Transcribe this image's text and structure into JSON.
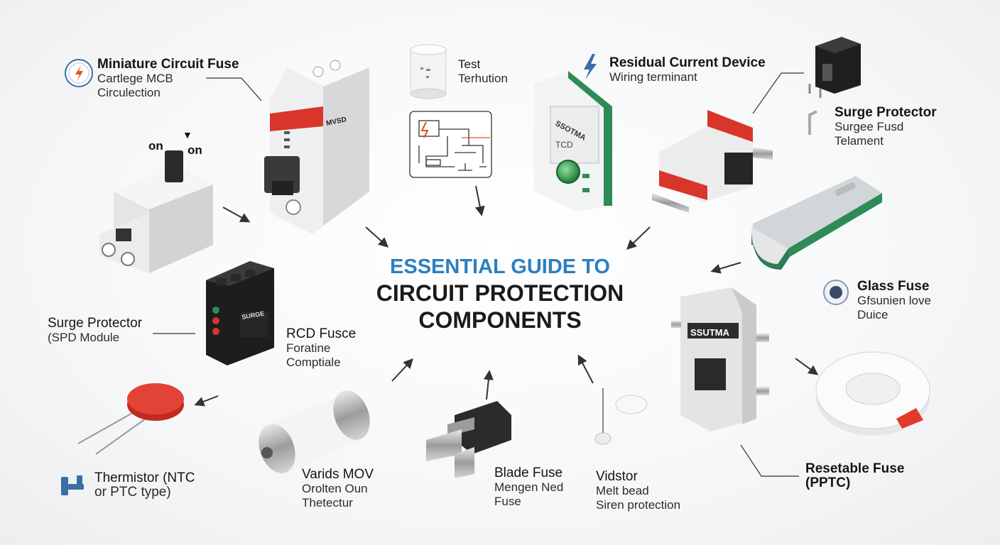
{
  "title": {
    "line1": "ESSENTIAL GUIDE TO",
    "line2": "CIRCUIT PROTECTION",
    "line3": "COMPONENTS"
  },
  "labels": {
    "mcf": {
      "title": "Miniature Circuit Fuse",
      "line1": "Cartlege MCB",
      "line2": "Circulection"
    },
    "test": {
      "title": "Test",
      "line1": "Terhution"
    },
    "rcd": {
      "title": "Residual Current Device",
      "line1": "Wiring terminant"
    },
    "surge_r": {
      "title": "Surge Protector",
      "line1": "Surgee Fusd",
      "line2": "Telament"
    },
    "surge_l": {
      "title": "Surge Protector",
      "line1": "(SPD Module"
    },
    "rcd_fusce": {
      "title": "RCD Fusce",
      "line1": "Foratine",
      "line2": "Comptiale"
    },
    "glass": {
      "title": "Glass Fuse",
      "line1": "Gfsunien love",
      "line2": "Duice"
    },
    "thermistor": {
      "title": "Thermistor (NTC",
      "line1": "or PTC type)"
    },
    "varids": {
      "title": "Varids MOV",
      "line1": "Orolten Oun",
      "line2": "Thetectur"
    },
    "blade": {
      "title": "Blade Fuse",
      "line1": "Mengen Ned",
      "line2": "Fuse"
    },
    "vidstor": {
      "title": "Vidstor",
      "line1": "Melt bead",
      "line2": "Siren protection"
    },
    "resetable": {
      "title": "Resetable Fuse",
      "line1": "(PPTC)"
    }
  },
  "switch_labels": {
    "left": "on",
    "right": "on"
  },
  "device_text": {
    "breaker_tag": "MVSD",
    "rcd_brand": "SSOTMA",
    "rcd_code": "TCD",
    "spd_brand": "SURGE",
    "terminal_brand": "SSUTMA"
  },
  "colors": {
    "accent_blue": "#2c7fc0",
    "red": "#d9352b",
    "green": "#2e8b57",
    "dark": "#1b1b1b"
  }
}
